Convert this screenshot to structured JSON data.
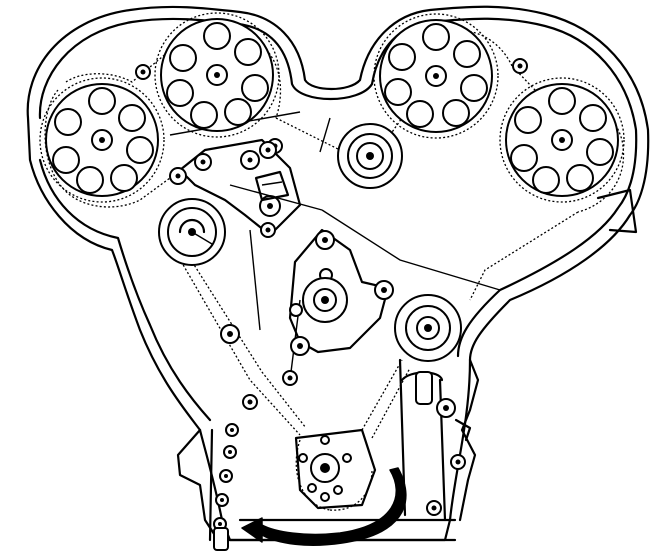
{
  "diagram": {
    "colors": {
      "line": "#000000",
      "background": "#ffffff"
    },
    "components": [
      "camshaft-sprocket-left-outer",
      "camshaft-sprocket-left-inner",
      "camshaft-sprocket-right-inner",
      "camshaft-sprocket-right-outer",
      "belt-idler-pulley-top",
      "belt-tensioner-left",
      "water-pump-pulley",
      "belt-idler-pulley-right",
      "crankshaft-sprocket",
      "rotation-direction-arrow",
      "timing-belt",
      "engine-front-cover"
    ]
  }
}
